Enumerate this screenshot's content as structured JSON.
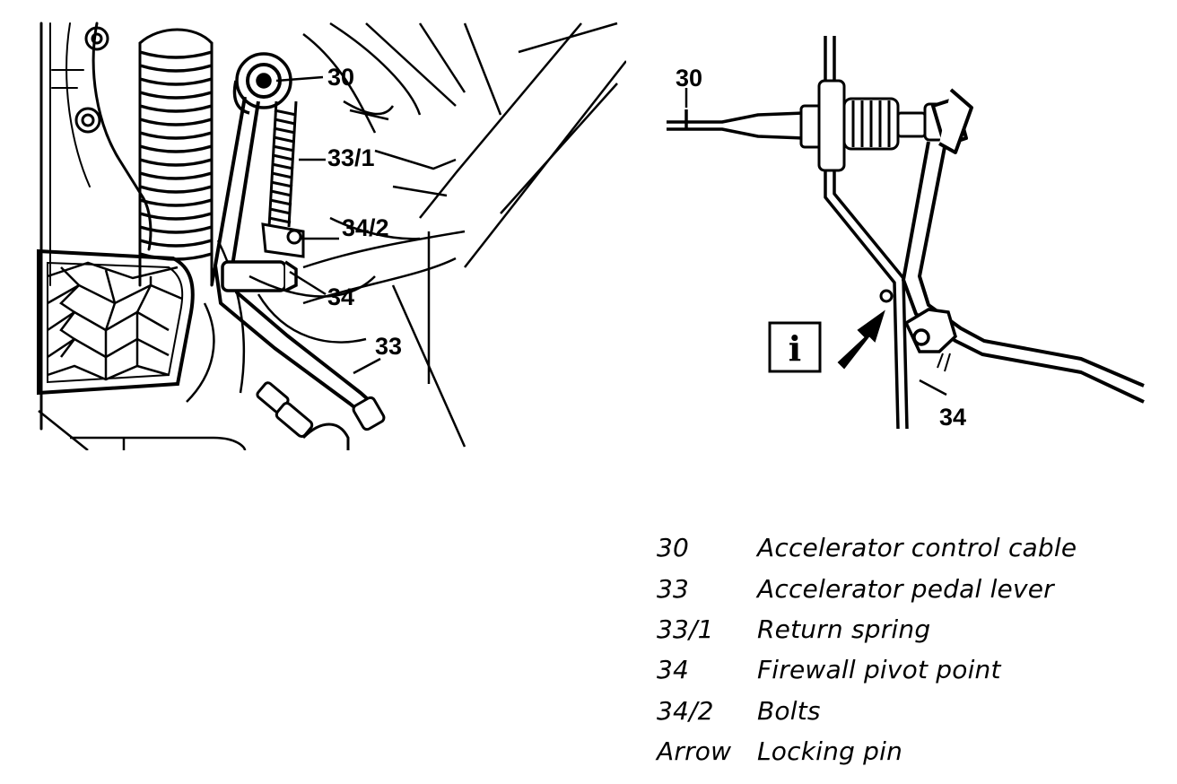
{
  "left_figure": {
    "callouts": {
      "c30": "30",
      "c33_1": "33/1",
      "c34_2": "34/2",
      "c34": "34",
      "c33": "33"
    }
  },
  "right_figure": {
    "callouts": {
      "c30": "30",
      "c34": "34"
    },
    "info_icon": "i"
  },
  "legend": {
    "items": [
      {
        "key": "30",
        "desc": "Accelerator control cable"
      },
      {
        "key": "33",
        "desc": "Accelerator pedal lever"
      },
      {
        "key": "33/1",
        "desc": "Return spring"
      },
      {
        "key": "34",
        "desc": "Firewall pivot point"
      },
      {
        "key": "34/2",
        "desc": "Bolts"
      },
      {
        "key": "Arrow",
        "desc": "Locking pin"
      }
    ]
  },
  "colors": {
    "ink": "#000000",
    "paper": "#ffffff"
  }
}
